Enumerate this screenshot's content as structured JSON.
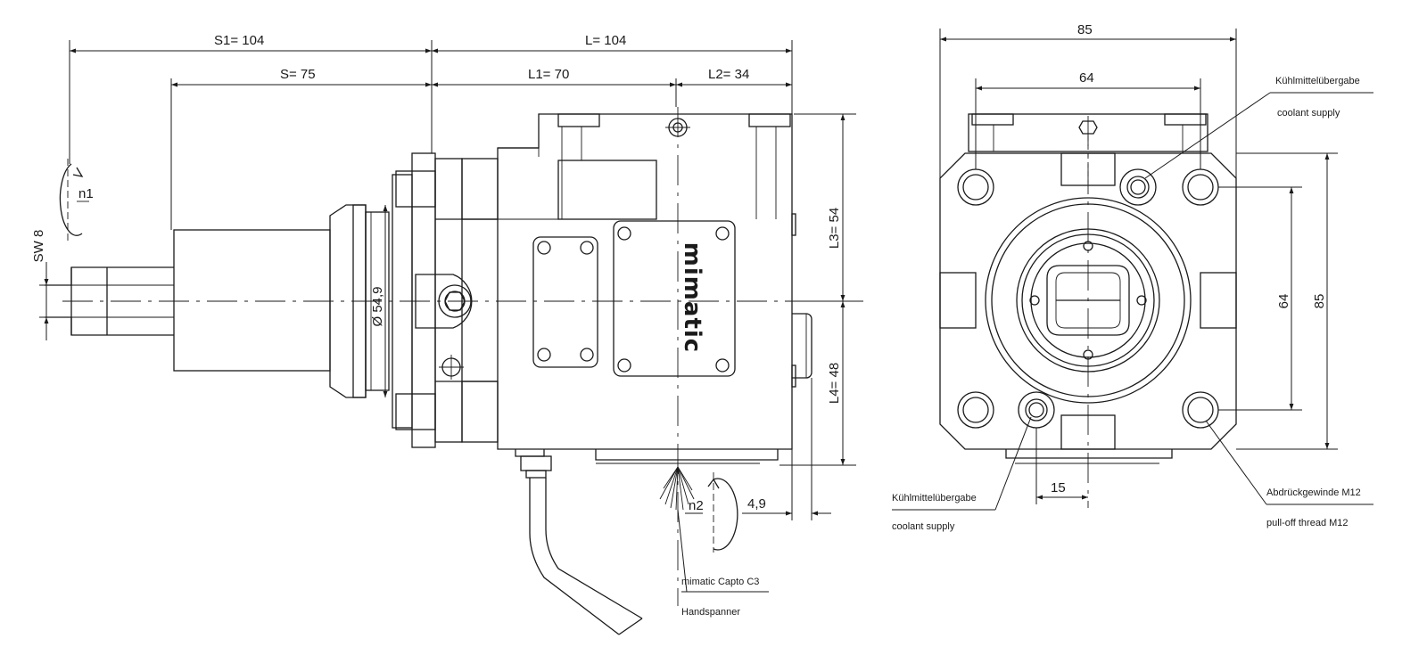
{
  "side_view": {
    "dim_s1": "S1=  104",
    "dim_s": "S=  75",
    "dim_l": "L=  104",
    "dim_l1": "L1=  70",
    "dim_l2": "L2=  34",
    "dim_l3": "L3=  54",
    "dim_l4": "L4=  48",
    "dim_sw": "SW 8",
    "dim_diameter": "Ø 54,9",
    "dim_offset": "4,9",
    "label_n1": "n1",
    "label_n2": "n2",
    "logo_text": "mimatic",
    "callout_capto_line1": "mimatic Capto C3",
    "callout_capto_line2": "Handspanner"
  },
  "front_view": {
    "dim_width": "85",
    "dim_hole_spacing_x": "64",
    "dim_height": "85",
    "dim_hole_spacing_y": "64",
    "dim_offset": "15",
    "callout_coolant_top_line1": "Kühlmittelübergabe",
    "callout_coolant_top_line2": "coolant supply",
    "callout_coolant_bottom_line1": "Kühlmittelübergabe",
    "callout_coolant_bottom_line2": "coolant supply",
    "callout_pulloff_line1": "Abdrückgewinde M12",
    "callout_pulloff_line2": "pull-off thread M12"
  }
}
